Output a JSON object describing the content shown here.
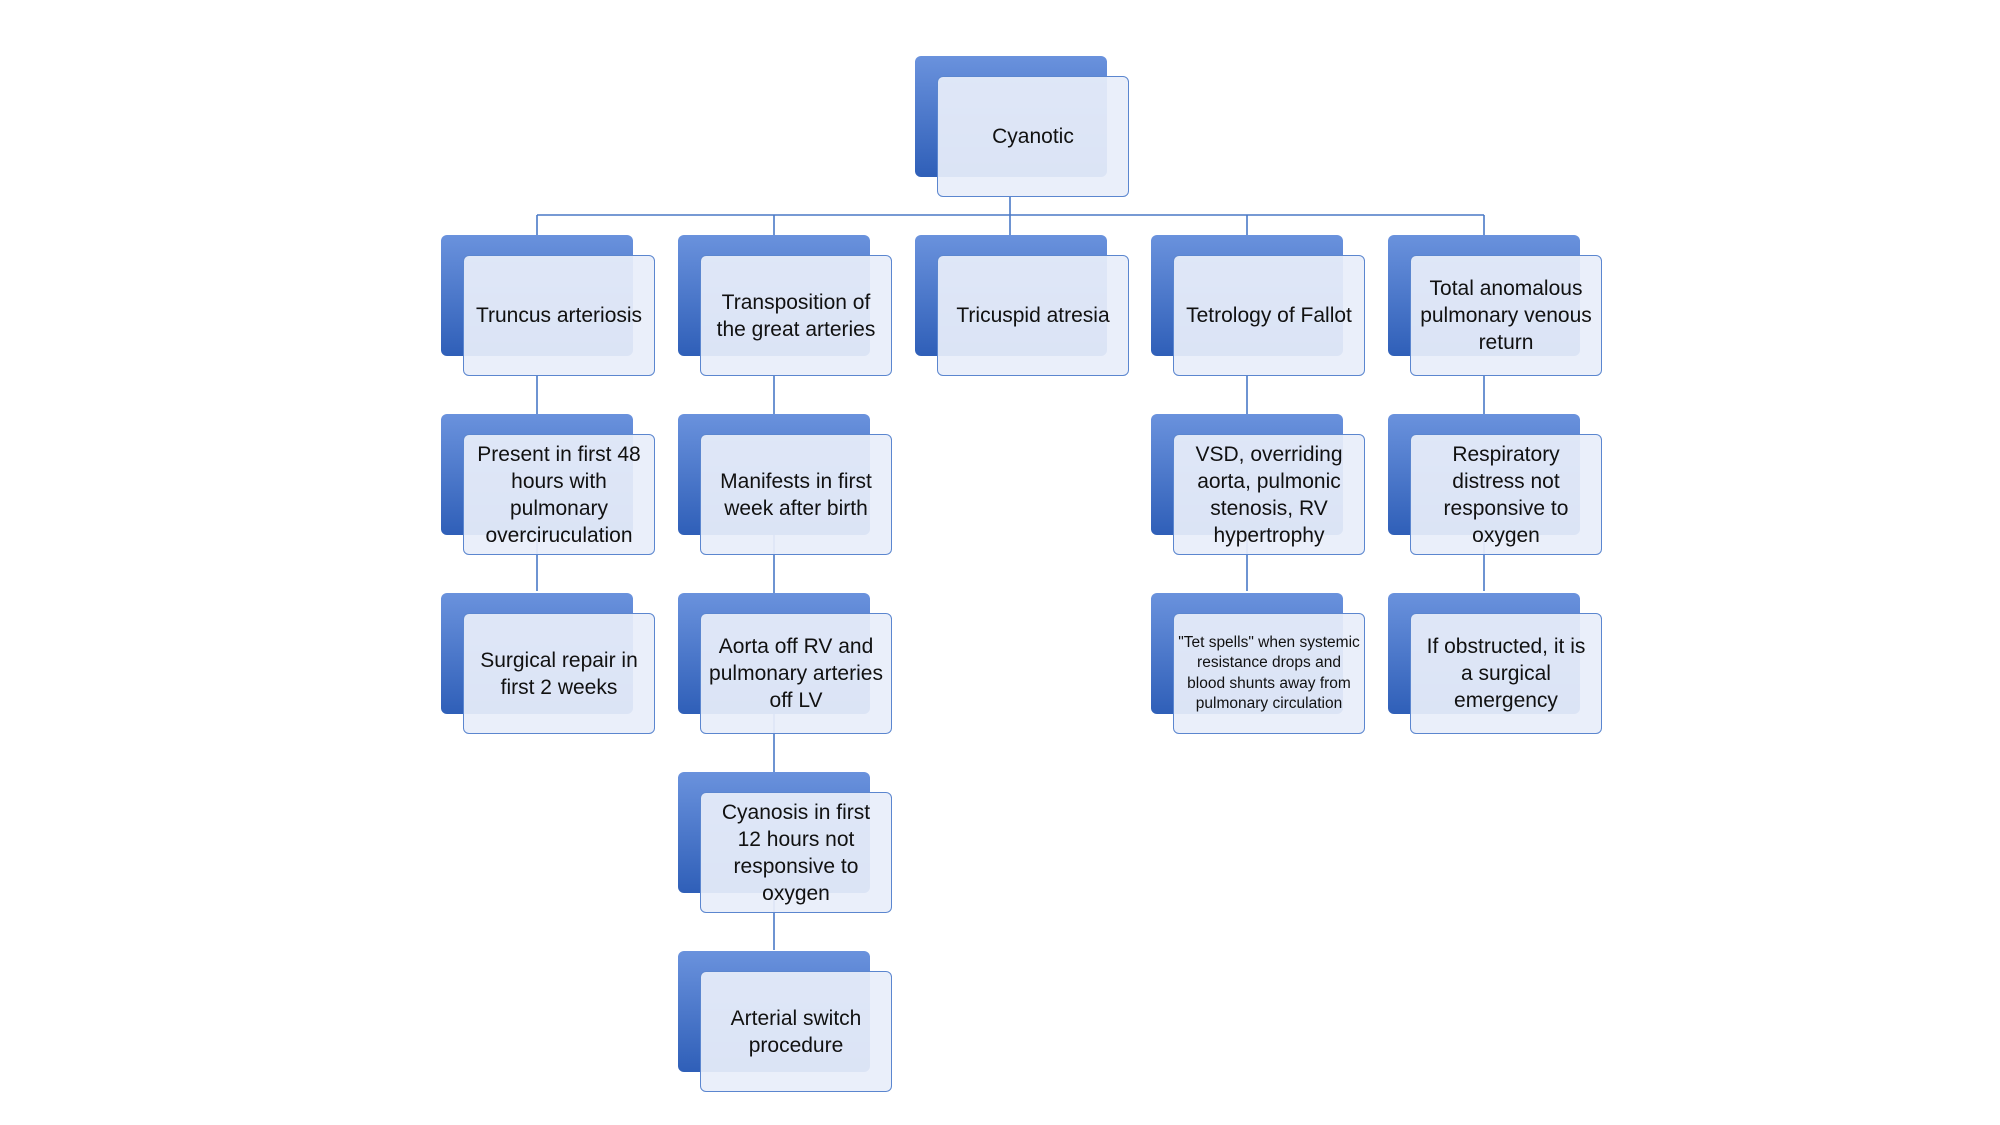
{
  "nodes": {
    "root": "Cyanotic",
    "truncus": "Truncus arteriosis",
    "truncus_1": "Present in first 48 hours with pulmonary overciruculation",
    "truncus_2": "Surgical repair in first 2 weeks",
    "tga": "Transposition of the great arteries",
    "tga_1": "Manifests in first week after birth",
    "tga_2": "Aorta off RV and pulmonary arteries off LV",
    "tga_3": "Cyanosis in first 12 hours not responsive to oxygen",
    "tga_4": "Arterial switch procedure",
    "tricuspid": "Tricuspid atresia",
    "tof": "Tetrology of Fallot",
    "tof_1": "VSD, overriding aorta, pulmonic stenosis, RV hypertrophy",
    "tof_2": "\"Tet spells\" when systemic resistance drops and blood shunts away from pulmonary circulation",
    "tapvr": "Total anomalous pulmonary venous return",
    "tapvr_1": "Respiratory distress not responsive to oxygen",
    "tapvr_2": "If obstructed, it is a surgical emergency"
  },
  "colors": {
    "back_top": "#6a92dd",
    "back_bottom": "#2f5fb8",
    "front_fill": "#e8eefa",
    "border": "#5b86cf",
    "connector": "#4a79c6"
  }
}
